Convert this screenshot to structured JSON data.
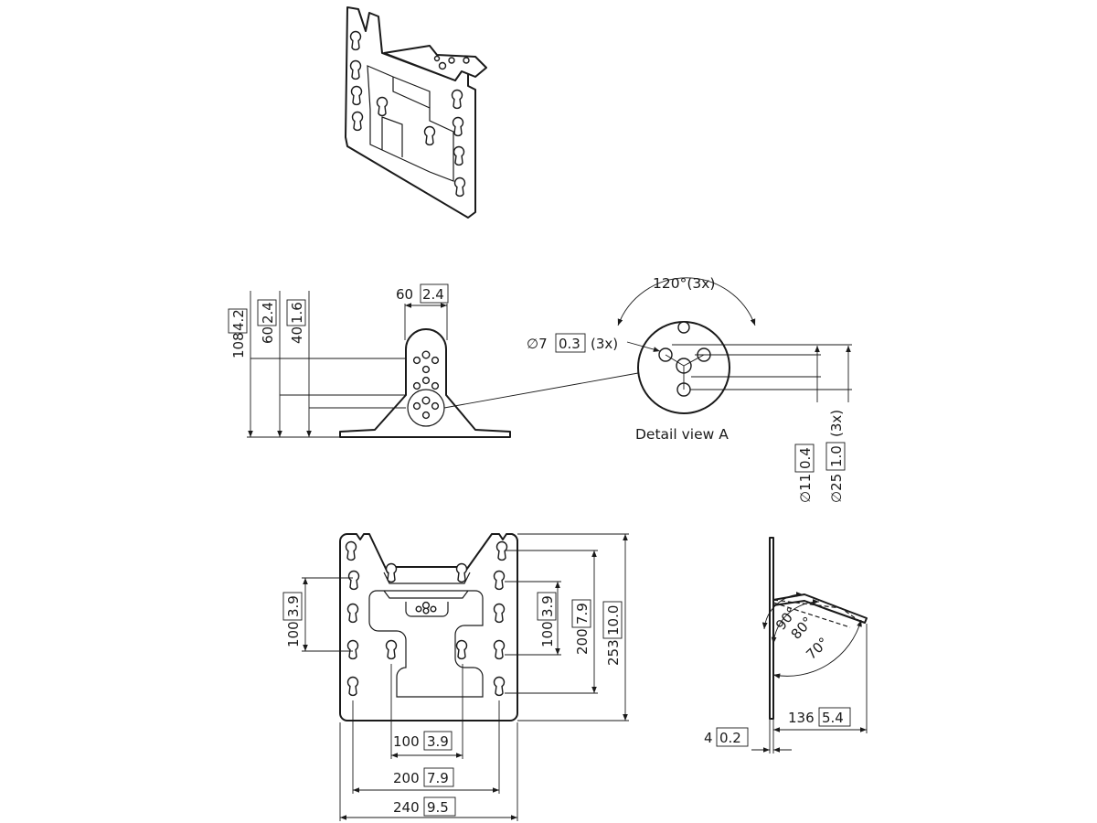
{
  "colors": {
    "line": "#1a1a1a",
    "background": "#ffffff"
  },
  "side_view": {
    "width_label": "60",
    "width_label_in": "2.4",
    "height_a_label": "108",
    "height_a_in": "4.2",
    "height_b_label": "60",
    "height_b_in": "2.4",
    "height_c_label": "40",
    "height_c_in": "1.6"
  },
  "detail_view": {
    "angle_label": "120°(3x)",
    "hole_dia_prefix": "∅7",
    "hole_dia_in": "0.3",
    "hole_dia_suffix": "(3x)",
    "caption": "Detail view A",
    "dia11_label": "∅11",
    "dia11_in": "0.4",
    "dia25_label": "∅25",
    "dia25_in": "1.0",
    "dia25_suffix": "(3x)"
  },
  "front_view": {
    "left_label": "100",
    "left_in": "3.9",
    "inner_right_label": "100",
    "inner_right_in": "3.9",
    "mid_right_label": "200",
    "mid_right_in": "7.9",
    "outer_right_label": "253",
    "outer_right_in": "10.0",
    "bottom_small_label": "100",
    "bottom_small_in": "3.9",
    "bottom_mid_label": "200",
    "bottom_mid_in": "7.9",
    "bottom_total_label": "240",
    "bottom_total_in": "9.5"
  },
  "profile_view": {
    "angle_90": "90°",
    "angle_80": "80°",
    "angle_70": "70°",
    "depth_label": "136",
    "depth_in": "5.4",
    "thickness_label": "4",
    "thickness_in": "0.2"
  }
}
